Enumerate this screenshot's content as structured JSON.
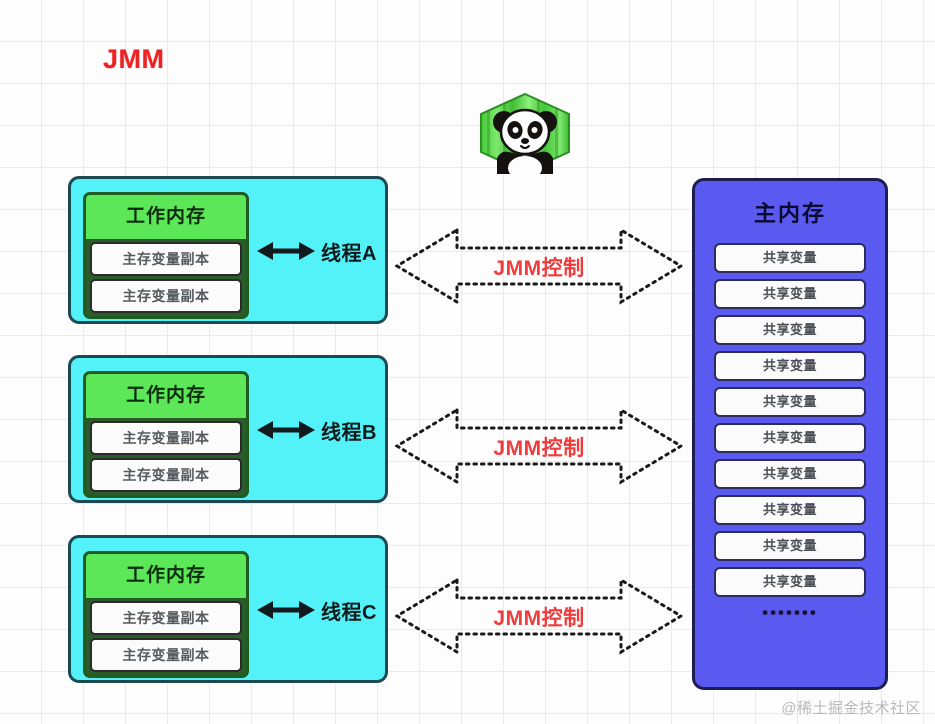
{
  "diagram": {
    "title": "JMM",
    "title_color": "#ee2222",
    "logo": "panda-bamboo-logo"
  },
  "threads": [
    {
      "label": "线程A",
      "work_memory_title": "工作内存",
      "copies": [
        "主存变量副本",
        "主存变量副本"
      ],
      "arrow": "double-headed-arrow"
    },
    {
      "label": "线程B",
      "work_memory_title": "工作内存",
      "copies": [
        "主存变量副本",
        "主存变量副本"
      ],
      "arrow": "double-headed-arrow"
    },
    {
      "label": "线程C",
      "work_memory_title": "工作内存",
      "copies": [
        "主存变量副本",
        "主存变量副本"
      ],
      "arrow": "double-headed-arrow"
    }
  ],
  "jmm_arrows": [
    {
      "label": "JMM控制"
    },
    {
      "label": "JMM控制"
    },
    {
      "label": "JMM控制"
    }
  ],
  "main_memory": {
    "title": "主内存",
    "shared_variables": [
      "共享变量",
      "共享变量",
      "共享变量",
      "共享变量",
      "共享变量",
      "共享变量",
      "共享变量",
      "共享变量",
      "共享变量",
      "共享变量"
    ],
    "ellipsis": "•••••••"
  },
  "watermark": "@稀土掘金技术社区",
  "colors": {
    "thread_bg": "#52f2f8",
    "thread_border": "#1d4a52",
    "work_memory_header": "#5ce758",
    "work_memory_border": "#1f5c1f",
    "main_memory_bg": "#5a5af0",
    "main_memory_border": "#1d1d52",
    "accent_red": "#ef3b3b",
    "row_bg": "#fbfbfb"
  }
}
